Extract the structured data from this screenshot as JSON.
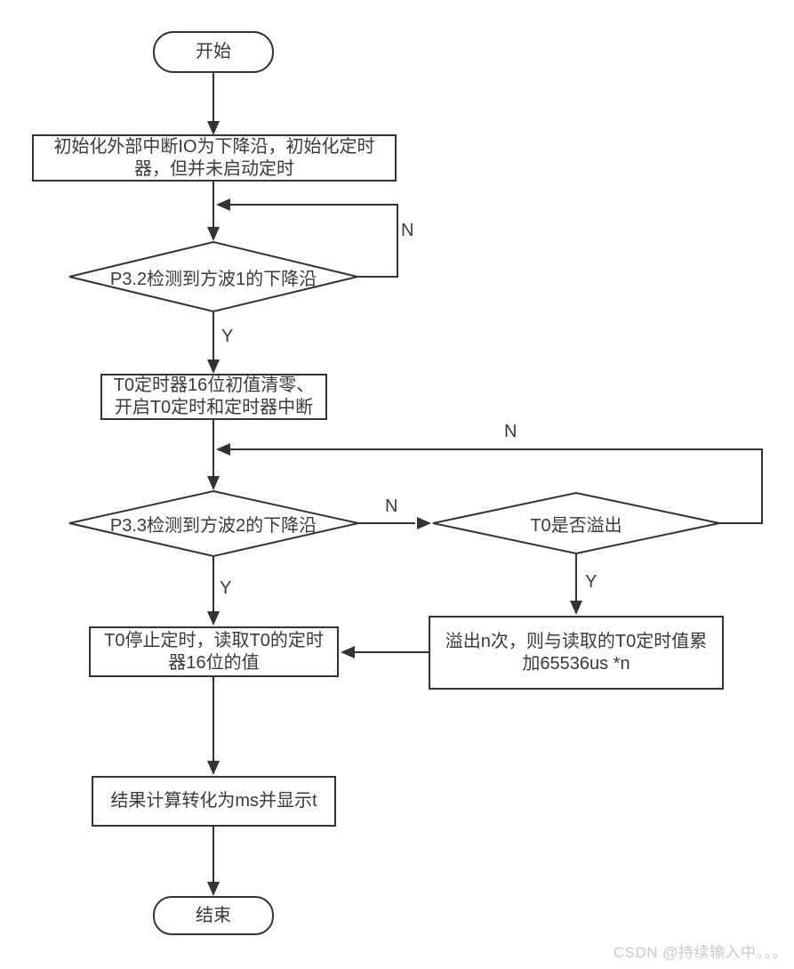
{
  "colors": {
    "line": "#333333",
    "text": "#3a3a3a",
    "watermark": "#c9c9c9",
    "background": "#ffffff"
  },
  "nodes": {
    "start": {
      "label": "开始"
    },
    "init": {
      "line1": "初始化外部中断IO为下降沿，初始化定时",
      "line2": "器，但并未启动定时"
    },
    "decision_p32": {
      "label": "P3.2检测到方波1的下降沿"
    },
    "t0_init": {
      "line1": "T0定时器16位初值清零、",
      "line2": "开启T0定时和定时器中断"
    },
    "decision_p33": {
      "label": "P3.3检测到方波2的下降沿"
    },
    "decision_overflow": {
      "label": "T0是否溢出"
    },
    "overflow_calc": {
      "line1": "溢出n次，则与读取的T0定时值累",
      "line2": "加65536us *n"
    },
    "read_timer": {
      "line1": "T0停止定时，读取T0的定时",
      "line2": "器16位的值"
    },
    "result": {
      "label": "结果计算转化为ms并显示t"
    },
    "end": {
      "label": "结束"
    }
  },
  "edge_labels": {
    "p32_no": "N",
    "p32_yes": "Y",
    "p33_no": "N",
    "p33_yes": "Y",
    "overflow_no": "N",
    "overflow_yes": "Y"
  },
  "watermark": "CSDN @持续输入中。。。"
}
